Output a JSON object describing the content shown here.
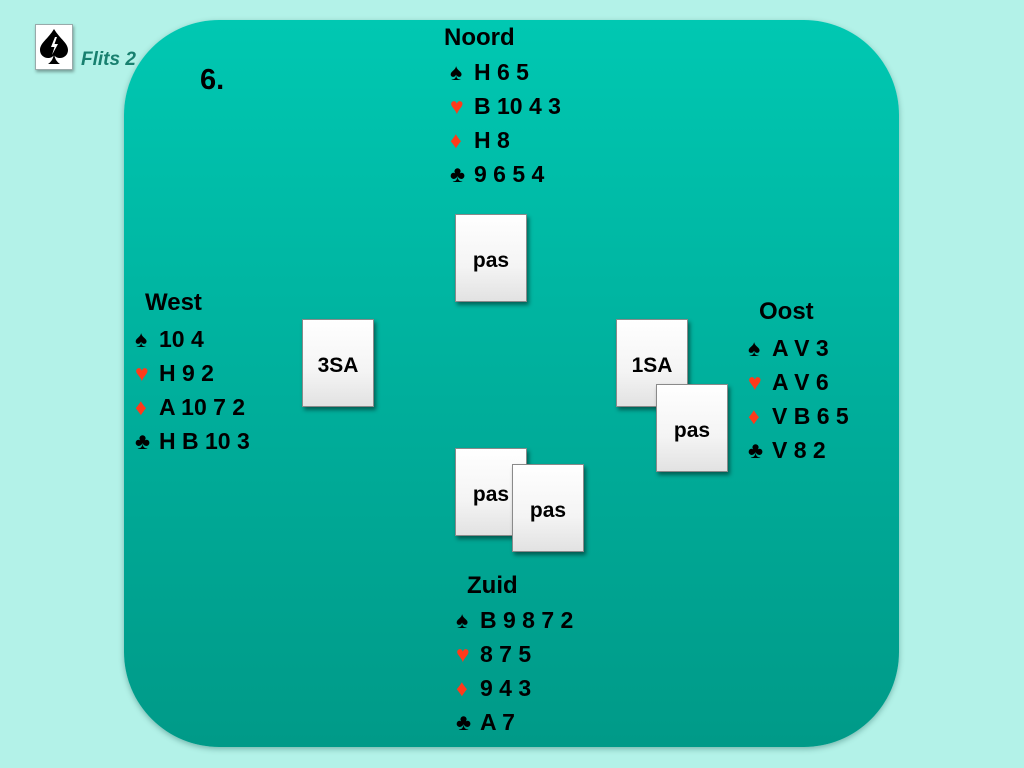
{
  "header": {
    "logo_icon": "spade-icon",
    "brand": "Flits 2",
    "board_number": "6."
  },
  "colors": {
    "background": "#b3f2e8",
    "table": "#00b8a4",
    "red_suit": "#ff3a1a",
    "brand_text": "#18806f"
  },
  "hands": {
    "north": {
      "name": "Noord",
      "spades": "H 6 5",
      "hearts": "B 10 4 3",
      "diamonds": "H 8",
      "clubs": "9 6 5 4"
    },
    "west": {
      "name": "West",
      "spades": "10 4",
      "hearts": "H 9 2",
      "diamonds": "A 10 7 2",
      "clubs": "H B 10 3"
    },
    "east": {
      "name": "Oost",
      "spades": "A V 3",
      "hearts": "A V 6",
      "diamonds": "V B 6 5",
      "clubs": "V 8 2"
    },
    "south": {
      "name": "Zuid",
      "spades": "B 9 8 7 2",
      "hearts": "8 7 5",
      "diamonds": "9 4 3",
      "clubs": "A 7"
    }
  },
  "suits": {
    "spades": "♠",
    "hearts": "♥",
    "diamonds": "♦",
    "clubs": "♣"
  },
  "bids": {
    "north": [
      "pas"
    ],
    "west": [
      "3SA"
    ],
    "east": [
      "1SA",
      "pas"
    ],
    "south": [
      "pas",
      "pas"
    ]
  }
}
